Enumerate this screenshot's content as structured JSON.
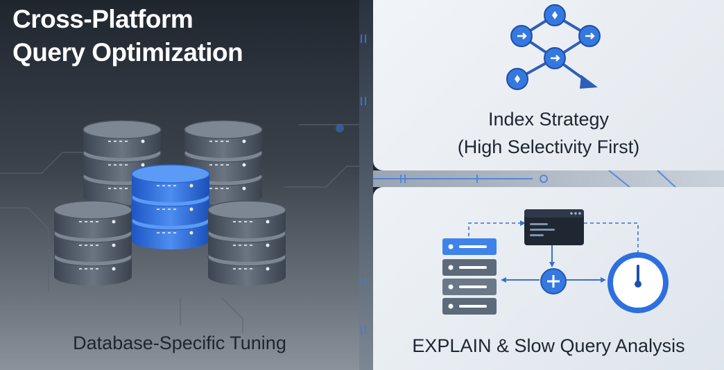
{
  "title": {
    "line1": "Cross-Platform",
    "line2": "Query Optimization"
  },
  "panels": {
    "database_tuning": {
      "label": "Database-Specific Tuning"
    },
    "index_strategy": {
      "line1": "Index Strategy",
      "line2": "(High Selectivity First)"
    },
    "explain_analysis": {
      "label": "EXPLAIN & Slow Query Analysis"
    }
  },
  "icons": {
    "database_stacks": "database-cylinder-icon",
    "index_graph": "index-node-graph-icon",
    "server": "server-rack-icon",
    "terminal": "terminal-window-icon",
    "plus": "plus-node-icon",
    "timer": "timer-gauge-icon"
  },
  "colors": {
    "accent_blue": "#3478e0",
    "db_gray": "#55606d",
    "dark_text": "#1d2530",
    "title_text": "#ffffff"
  }
}
